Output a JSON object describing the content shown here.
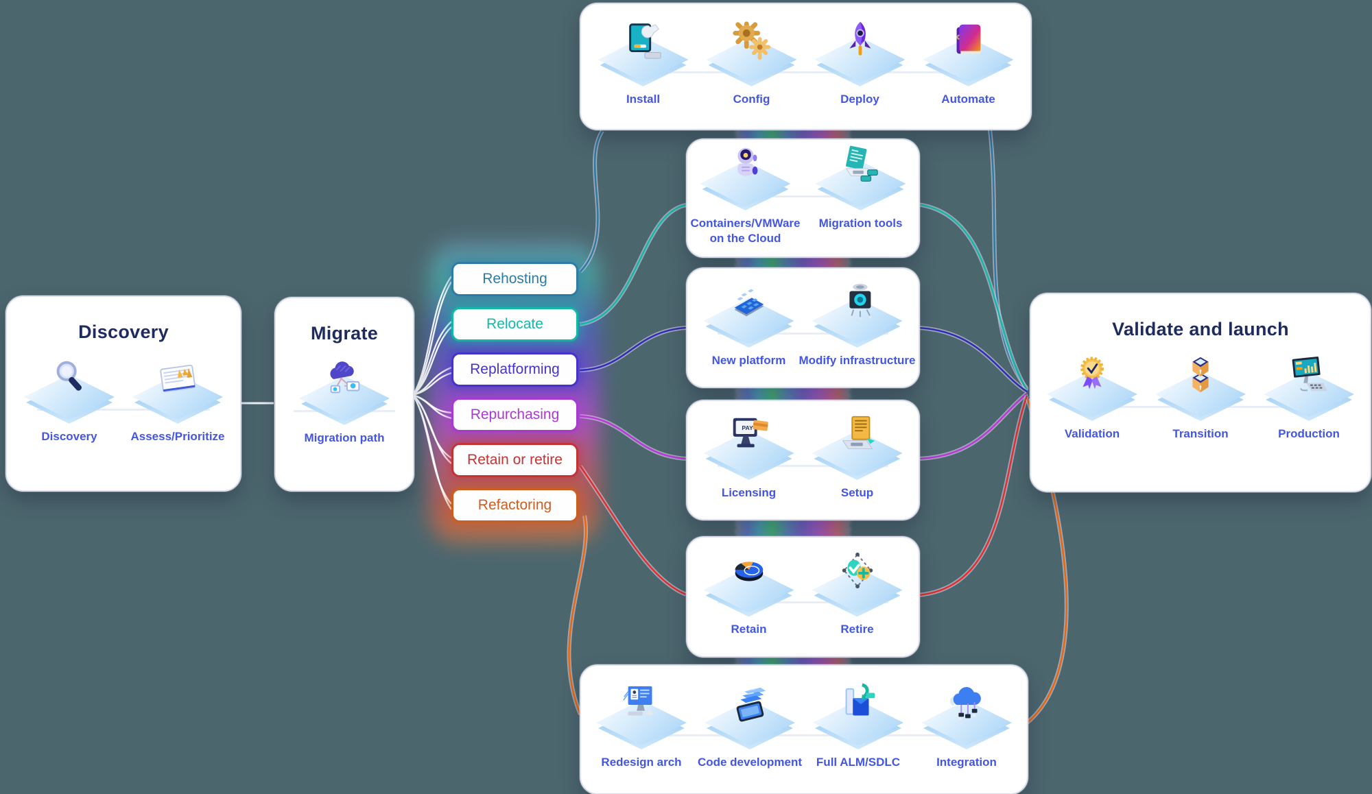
{
  "canvas": {
    "background": "#4C666E"
  },
  "colors": {
    "card_background": "#FFFFFF",
    "card_border": "#DCDFEB",
    "title_text": "#1D2B5F",
    "label_text": "#4356E2",
    "platform_blue": "#B1D9F8",
    "white_connector": "#FFFFFF",
    "ribbon": [
      "#4F6FC8",
      "#3AA8B8",
      "#34C06A",
      "#6F55D0",
      "#A44FD4",
      "#CF4FA0",
      "#D4606A"
    ],
    "connector_colors": {
      "rehosting": "#2E7BA3",
      "relocate": "#14B8A6",
      "replatforming": "#4433CC",
      "repurchasing": "#A73AD0",
      "retain_or_retire": "#C23434",
      "refactoring": "#CB5D20"
    }
  },
  "cards": {
    "discovery": {
      "title": "Discovery",
      "items": [
        {
          "label": "Discovery",
          "icon": "magnifier"
        },
        {
          "label": "Assess/Prioritize",
          "icon": "notepad"
        }
      ]
    },
    "migrate": {
      "title": "Migrate",
      "items": [
        {
          "label": "Migration path",
          "icon": "cloud-network"
        }
      ]
    },
    "install": {
      "items": [
        {
          "label": "Install",
          "icon": "monitor-wrench"
        },
        {
          "label": "Config",
          "icon": "gears"
        },
        {
          "label": "Deploy",
          "icon": "rocket"
        },
        {
          "label": "Automate",
          "icon": "book"
        }
      ]
    },
    "containers": {
      "items": [
        {
          "label": "Containers/VMWare on the Cloud",
          "icon": "robot"
        },
        {
          "label": "Migration tools",
          "icon": "laptop-cards"
        }
      ]
    },
    "platform": {
      "items": [
        {
          "label": "New platform",
          "icon": "keyboard-tiles"
        },
        {
          "label": "Modify infrastructure",
          "icon": "chip"
        }
      ]
    },
    "licensing": {
      "items": [
        {
          "label": "Licensing",
          "icon": "pay-monitor"
        },
        {
          "label": "Setup",
          "icon": "laptop-doc"
        }
      ]
    },
    "retain": {
      "items": [
        {
          "label": "Retain",
          "icon": "pie-chart"
        },
        {
          "label": "Retire",
          "icon": "check-plus"
        }
      ]
    },
    "refactor": {
      "items": [
        {
          "label": "Redesign arch",
          "icon": "desktop-design"
        },
        {
          "label": "Code development",
          "icon": "tablet-code"
        },
        {
          "label": "Full ALM/SDLC",
          "icon": "doc-arrow"
        },
        {
          "label": "Integration",
          "icon": "cloud-nodes"
        }
      ]
    },
    "validate": {
      "title": "Validate and launch",
      "items": [
        {
          "label": "Validation",
          "icon": "rosette-check"
        },
        {
          "label": "Transition",
          "icon": "stacked-boxes"
        },
        {
          "label": "Production",
          "icon": "dashboard-monitor"
        }
      ]
    }
  },
  "strategies": [
    {
      "label": "Rehosting",
      "color": "#2E7BA3"
    },
    {
      "label": "Relocate",
      "color": "#14B8A6"
    },
    {
      "label": "Replatforming",
      "color": "#4433CC"
    },
    {
      "label": "Repurchasing",
      "color": "#A73AD0"
    },
    {
      "label": "Retain or retire",
      "color": "#C23434"
    },
    {
      "label": "Refactoring",
      "color": "#CB5D20"
    }
  ]
}
